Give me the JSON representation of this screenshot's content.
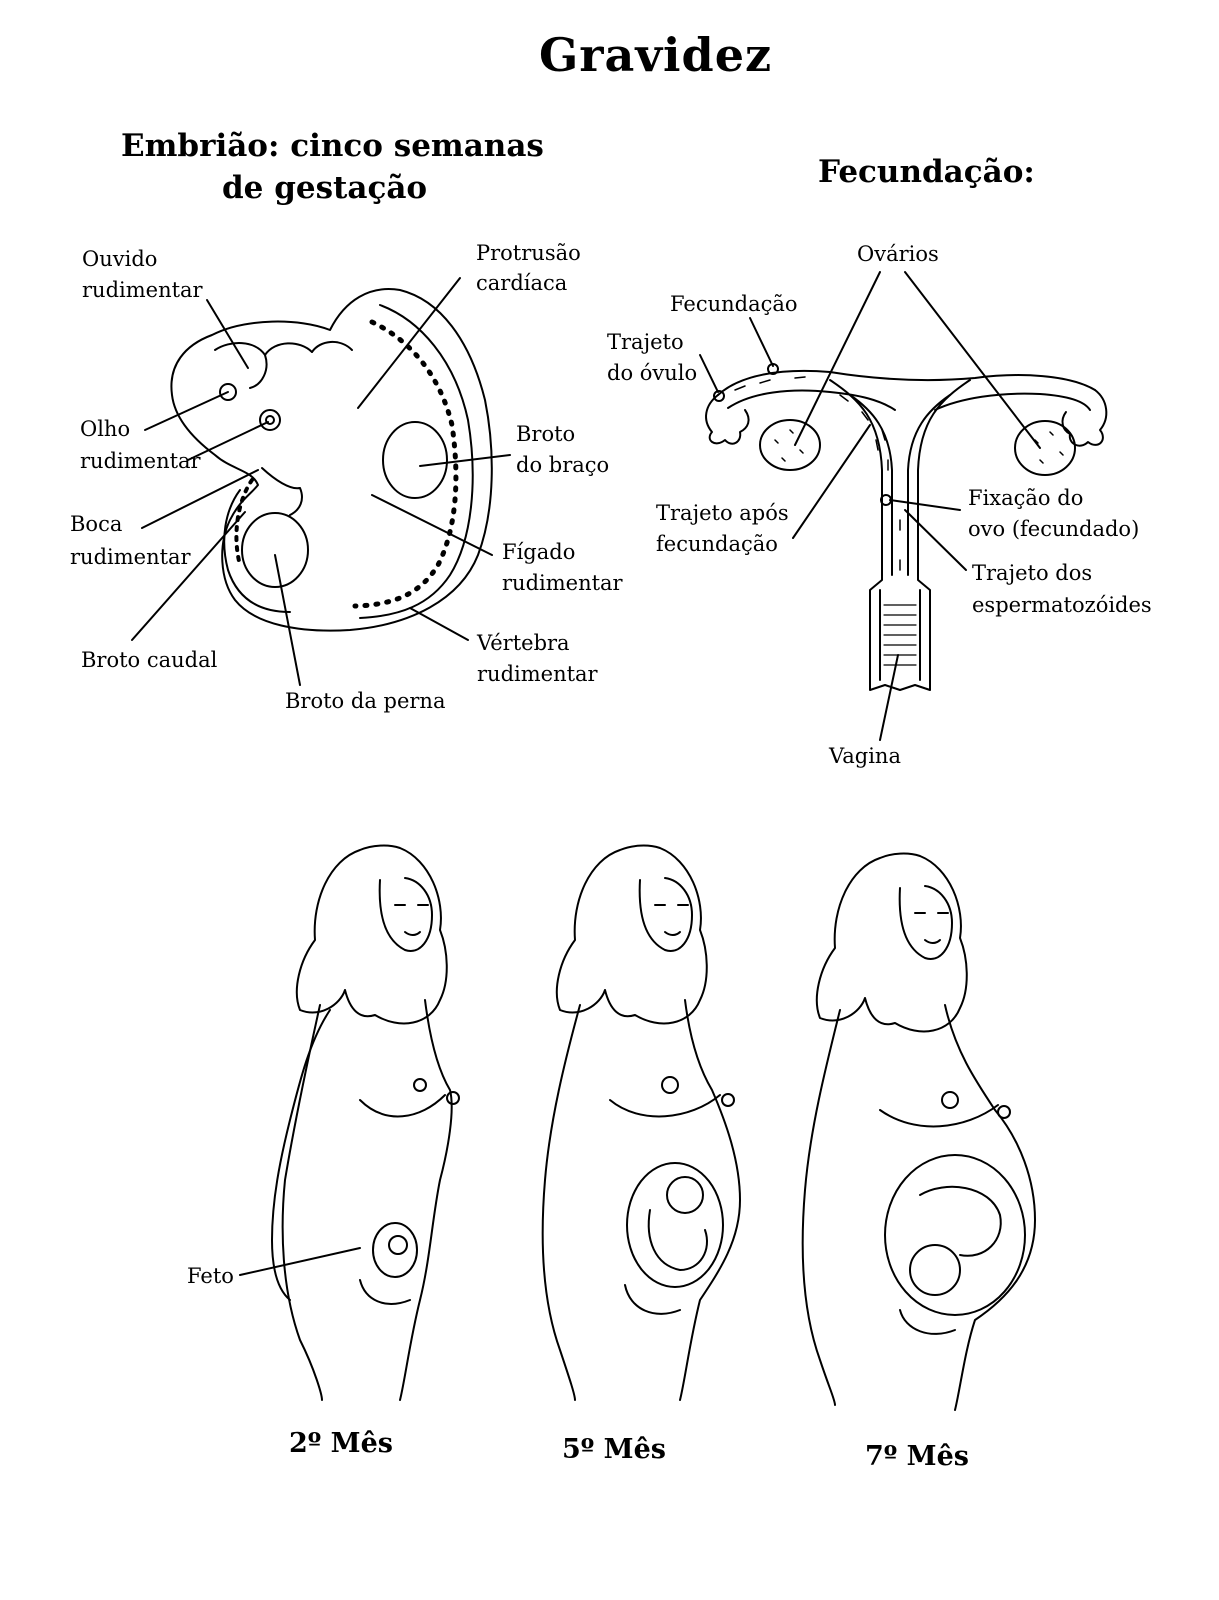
{
  "title": "Gravidez",
  "embryo": {
    "heading_line1": "Embrião: cinco semanas",
    "heading_line2": "de gestação",
    "labels": {
      "ear_1": "Ouvido",
      "ear_2": "rudimentar",
      "heart_1": "Protrusão",
      "heart_2": "cardíaca",
      "eye_1": "Olho",
      "eye_2": "rudimentar",
      "arm_1": "Broto",
      "arm_2": "do braço",
      "mouth_1": "Boca",
      "mouth_2": "rudimentar",
      "liver_1": "Fígado",
      "liver_2": "rudimentar",
      "tail": "Broto caudal",
      "vertebra_1": "Vértebra",
      "vertebra_2": "rudimentar",
      "leg": "Broto da perna"
    }
  },
  "fertilization": {
    "heading": "Fecundação:",
    "labels": {
      "ovaries": "Ovários",
      "fertilization": "Fecundação",
      "egg_path_1": "Trajeto",
      "egg_path_2": "do óvulo",
      "after_1": "Trajeto após",
      "after_2": "fecundação",
      "fixation_1": "Fixação do",
      "fixation_2": "ovo (fecundado)",
      "sperm_1": "Trajeto dos",
      "sperm_2": "espermatozóides",
      "vagina": "Vagina"
    }
  },
  "pregnancy": {
    "fetus_label": "Feto",
    "captions": [
      "2º Mês",
      "5º Mês",
      "7º Mês"
    ]
  }
}
